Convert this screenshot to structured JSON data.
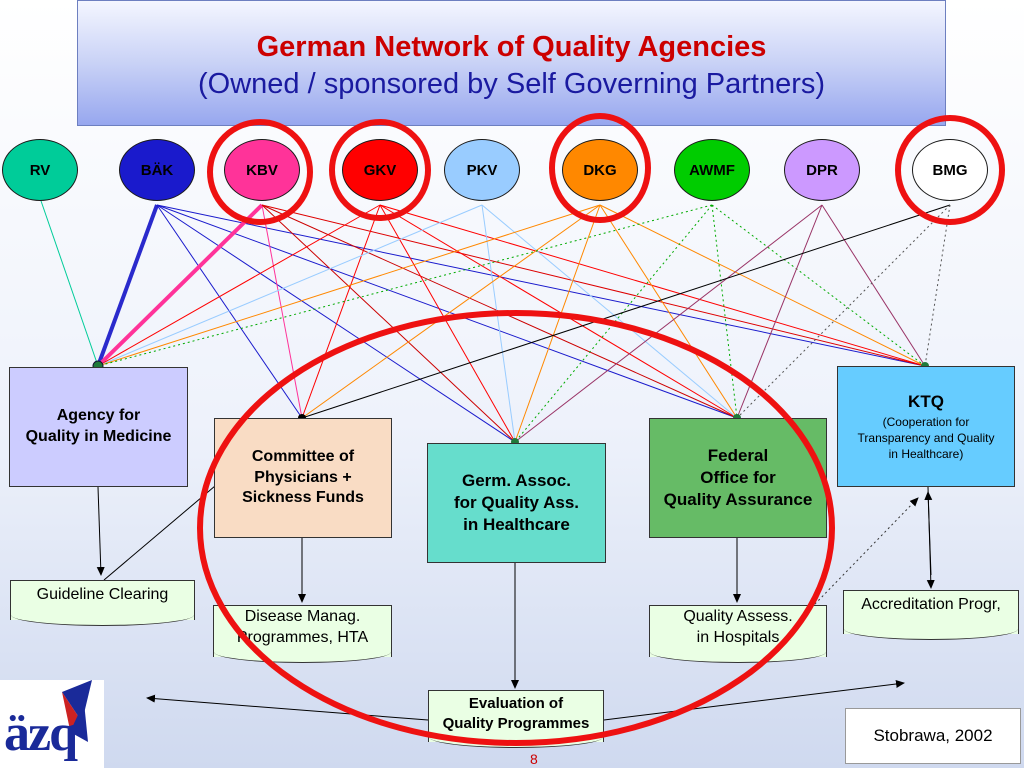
{
  "title": {
    "line1": "German Network of Quality Agencies",
    "line2": "(Owned / sponsored by Self Governing Partners)"
  },
  "partners": [
    {
      "id": "rv",
      "label": "RV",
      "color": "#00cc99"
    },
    {
      "id": "baek",
      "label": "BÄK",
      "color": "#1a1acc"
    },
    {
      "id": "kbv",
      "label": "KBV",
      "color": "#ff3399"
    },
    {
      "id": "gkv",
      "label": "GKV",
      "color": "#ff0000"
    },
    {
      "id": "pkv",
      "label": "PKV",
      "color": "#99ccff"
    },
    {
      "id": "dkg",
      "label": "DKG",
      "color": "#ff8800"
    },
    {
      "id": "awmf",
      "label": "AWMF",
      "color": "#00cc00"
    },
    {
      "id": "dpr",
      "label": "DPR",
      "color": "#cc99ff"
    },
    {
      "id": "bmg",
      "label": "BMG",
      "color": "#ffffff"
    }
  ],
  "highlighted_partners": [
    "KBV",
    "GKV",
    "DKG",
    "BMG"
  ],
  "agencies": {
    "aezq": {
      "line1": "Agency for",
      "line2": "Quality in Medicine",
      "color": "#ccccff"
    },
    "committee": {
      "line1": "Committee of",
      "line2": "Physicians +",
      "line3": "Sickness Funds",
      "color": "#f9dcc4"
    },
    "germ_assoc": {
      "line1": "Germ. Assoc.",
      "line2": "for Quality Ass.",
      "line3": "in Healthcare",
      "color": "#66ddcc"
    },
    "federal": {
      "line1": "Federal",
      "line2": "Office for",
      "line3": "Quality Assurance",
      "color": "#66bb66"
    },
    "ktq": {
      "title": "KTQ",
      "line1": "(Cooperation for",
      "line2": "Transparency and Quality",
      "line3": "in Healthcare)",
      "color": "#66ccff"
    }
  },
  "outputs": {
    "guideline": {
      "line1": "Guideline Clearing"
    },
    "disease": {
      "line1": "Disease Manag.",
      "line2": "Programmes, HTA"
    },
    "assess": {
      "line1": "Quality Assess.",
      "line2": "in Hospitals"
    },
    "accred": {
      "line1": "Accreditation Progr,"
    },
    "evaluation": {
      "line1": "Evaluation of",
      "line2": "Quality Programmes"
    }
  },
  "logo": {
    "text": "äzq"
  },
  "credit": "Stobrawa, 2002",
  "page_number": "8",
  "colors": {
    "highlight_ring": "#ee1111",
    "title_red": "#cc0000",
    "title_blue": "#1a1aa0"
  }
}
